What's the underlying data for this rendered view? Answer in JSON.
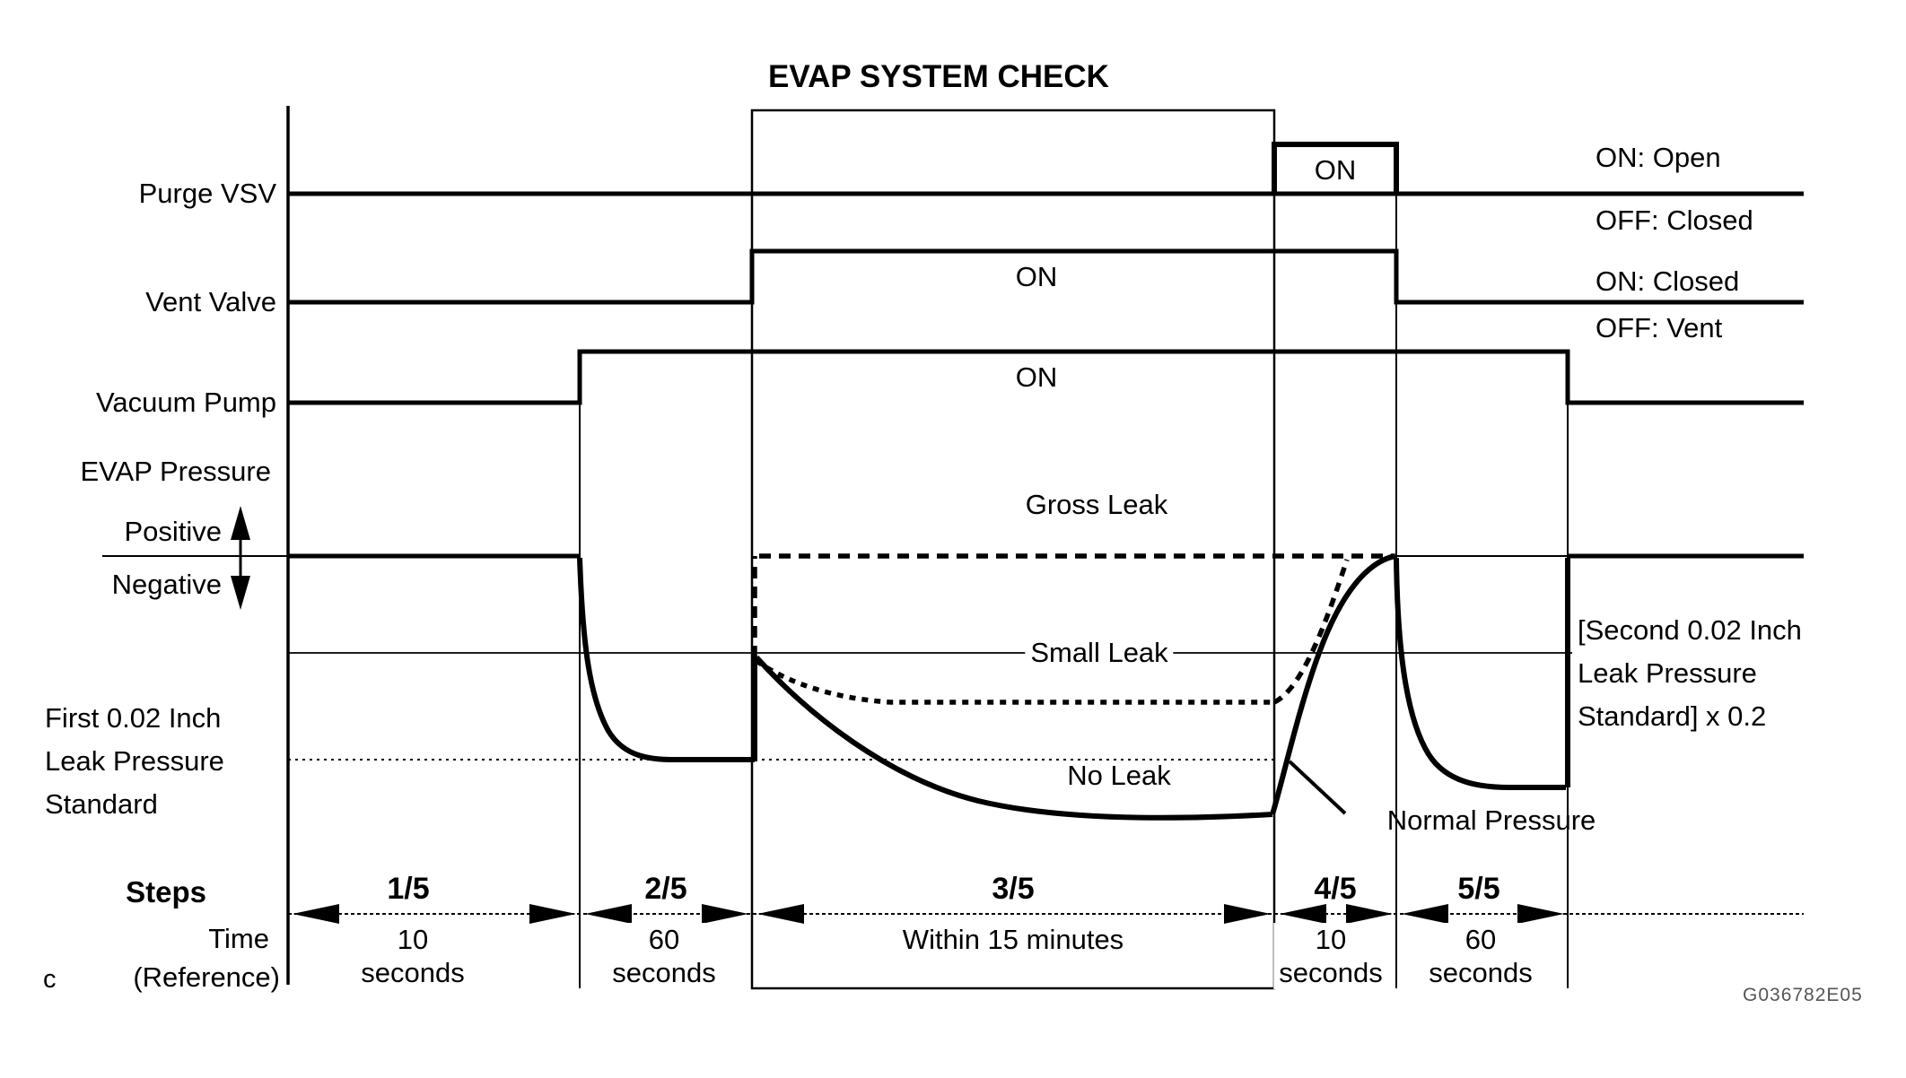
{
  "title": "EVAP SYSTEM CHECK",
  "signals": {
    "purge": {
      "label": "Purge VSV",
      "pulse_label": "ON",
      "legend_on": "ON: Open",
      "legend_off": "OFF: Closed"
    },
    "vent": {
      "label": "Vent Valve",
      "pulse_label": "ON",
      "legend_on": "ON: Closed",
      "legend_off": "OFF: Vent"
    },
    "pump": {
      "label": "Vacuum Pump",
      "pulse_label": "ON"
    }
  },
  "pressure": {
    "label": "EVAP Pressure",
    "positive": "Positive",
    "negative": "Negative",
    "curves": {
      "gross": "Gross Leak",
      "small": "Small Leak",
      "none": "No Leak",
      "normal": "Normal Pressure"
    },
    "first_standard": [
      "First 0.02 Inch",
      "Leak Pressure",
      "Standard"
    ],
    "second_standard": [
      "[Second 0.02 Inch",
      "Leak Pressure",
      "Standard] x 0.2"
    ]
  },
  "steps": {
    "label": "Steps",
    "time_label": "Time",
    "reference_label": "(Reference)",
    "corner_mark": "c",
    "items": [
      {
        "step": "1/5",
        "time_lines": [
          "10",
          "seconds"
        ]
      },
      {
        "step": "2/5",
        "time_lines": [
          "60",
          "seconds"
        ]
      },
      {
        "step": "3/5",
        "time_lines": [
          "Within 15 minutes"
        ]
      },
      {
        "step": "4/5",
        "time_lines": [
          "10",
          "seconds"
        ]
      },
      {
        "step": "5/5",
        "time_lines": [
          "60",
          "seconds"
        ]
      }
    ]
  },
  "figure_code": "G036782E05",
  "colors": {
    "ink": "#000000",
    "background": "#ffffff",
    "figure_code_color": "#555555"
  }
}
